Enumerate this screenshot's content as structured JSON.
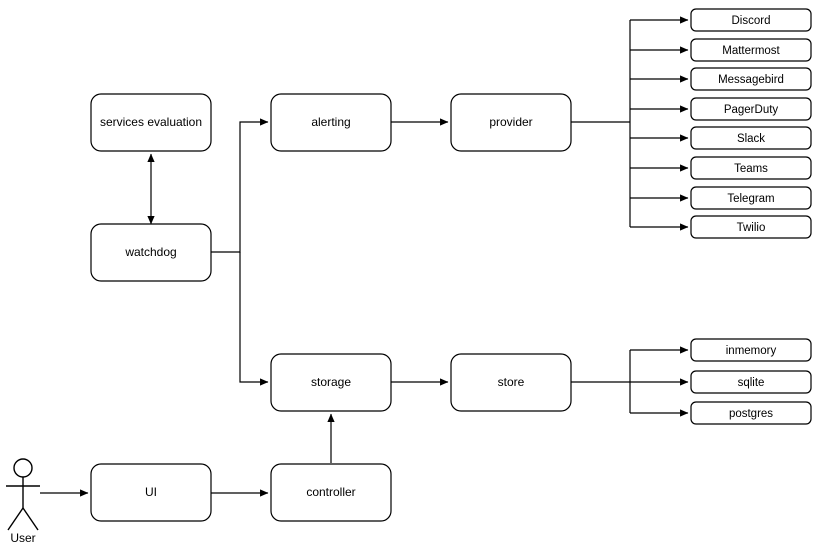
{
  "diagram": {
    "type": "architecture-flow-diagram",
    "background_color": "#ffffff",
    "stroke_color": "#000000",
    "actor": {
      "label": "User",
      "icon": "stick-figure-actor"
    },
    "nodes": {
      "services_evaluation": "services evaluation",
      "watchdog": "watchdog",
      "alerting": "alerting",
      "provider": "provider",
      "storage": "storage",
      "store": "store",
      "ui": "UI",
      "controller": "controller"
    },
    "provider_targets": [
      "Discord",
      "Mattermost",
      "Messagebird",
      "PagerDuty",
      "Slack",
      "Teams",
      "Telegram",
      "Twilio"
    ],
    "store_targets": [
      "inmemory",
      "sqlite",
      "postgres"
    ],
    "edges": [
      {
        "from": "User",
        "to": "UI",
        "style": "arrow"
      },
      {
        "from": "UI",
        "to": "controller",
        "style": "arrow"
      },
      {
        "from": "controller",
        "to": "storage",
        "style": "arrow"
      },
      {
        "from": "services evaluation",
        "to": "watchdog",
        "style": "double-arrow"
      },
      {
        "from": "watchdog",
        "to": "alerting",
        "style": "arrow"
      },
      {
        "from": "watchdog",
        "to": "storage",
        "style": "arrow"
      },
      {
        "from": "alerting",
        "to": "provider",
        "style": "arrow"
      },
      {
        "from": "storage",
        "to": "store",
        "style": "arrow"
      },
      {
        "from": "provider",
        "to": "provider_targets",
        "style": "fan-out-arrows"
      },
      {
        "from": "store",
        "to": "store_targets",
        "style": "fan-out-arrows"
      }
    ]
  }
}
